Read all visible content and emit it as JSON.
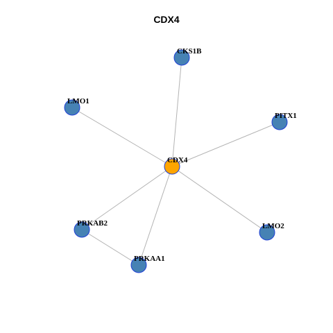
{
  "title": "CDX4",
  "colors": {
    "hub_node": "#FFA500",
    "leaf_node": "#4682B4",
    "node_border": "#1F3FD6",
    "edge": "#B3B3B3"
  },
  "graph": {
    "nodes": [
      {
        "id": "CDX4",
        "role": "hub"
      },
      {
        "id": "CKS1B",
        "role": "leaf"
      },
      {
        "id": "LMO1",
        "role": "leaf"
      },
      {
        "id": "PITX1",
        "role": "leaf"
      },
      {
        "id": "PRKAB2",
        "role": "leaf"
      },
      {
        "id": "LMO2",
        "role": "leaf"
      },
      {
        "id": "PRKAA1",
        "role": "leaf"
      }
    ],
    "edges": [
      {
        "source": "CDX4",
        "target": "CKS1B"
      },
      {
        "source": "CDX4",
        "target": "LMO1"
      },
      {
        "source": "CDX4",
        "target": "PITX1"
      },
      {
        "source": "CDX4",
        "target": "PRKAB2"
      },
      {
        "source": "CDX4",
        "target": "LMO2"
      },
      {
        "source": "CDX4",
        "target": "PRKAA1"
      },
      {
        "source": "PRKAB2",
        "target": "PRKAA1"
      }
    ]
  }
}
